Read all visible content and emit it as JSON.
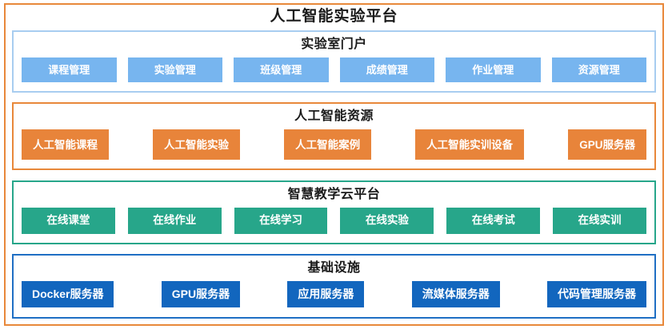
{
  "diagram": {
    "title": "人工智能实验平台",
    "frame_color": "#E8883A",
    "layers": [
      {
        "id": "portal",
        "heading": "实验室门户",
        "border_color": "#A8CDF0",
        "chip_color": "#77B5EF",
        "chips": [
          "课程管理",
          "实验管理",
          "班级管理",
          "成绩管理",
          "作业管理",
          "资源管理"
        ]
      },
      {
        "id": "resources",
        "heading": "人工智能资源",
        "border_color": "#E8883A",
        "chip_color": "#E8843A",
        "chips": [
          "人工智能课程",
          "人工智能实验",
          "人工智能案例",
          "人工智能实训设备",
          "GPU服务器"
        ]
      },
      {
        "id": "cloud",
        "heading": "智慧教学云平台",
        "border_color": "#27A68A",
        "chip_color": "#27A68A",
        "chips": [
          "在线课堂",
          "在线作业",
          "在线学习",
          "在线实验",
          "在线考试",
          "在线实训"
        ]
      },
      {
        "id": "infrastructure",
        "heading": "基础设施",
        "border_color": "#1F6FC4",
        "chip_color": "#1266BE",
        "chips": [
          "Docker服务器",
          "GPU服务器",
          "应用服务器",
          "流媒体服务器",
          "代码管理服务器"
        ]
      }
    ]
  }
}
